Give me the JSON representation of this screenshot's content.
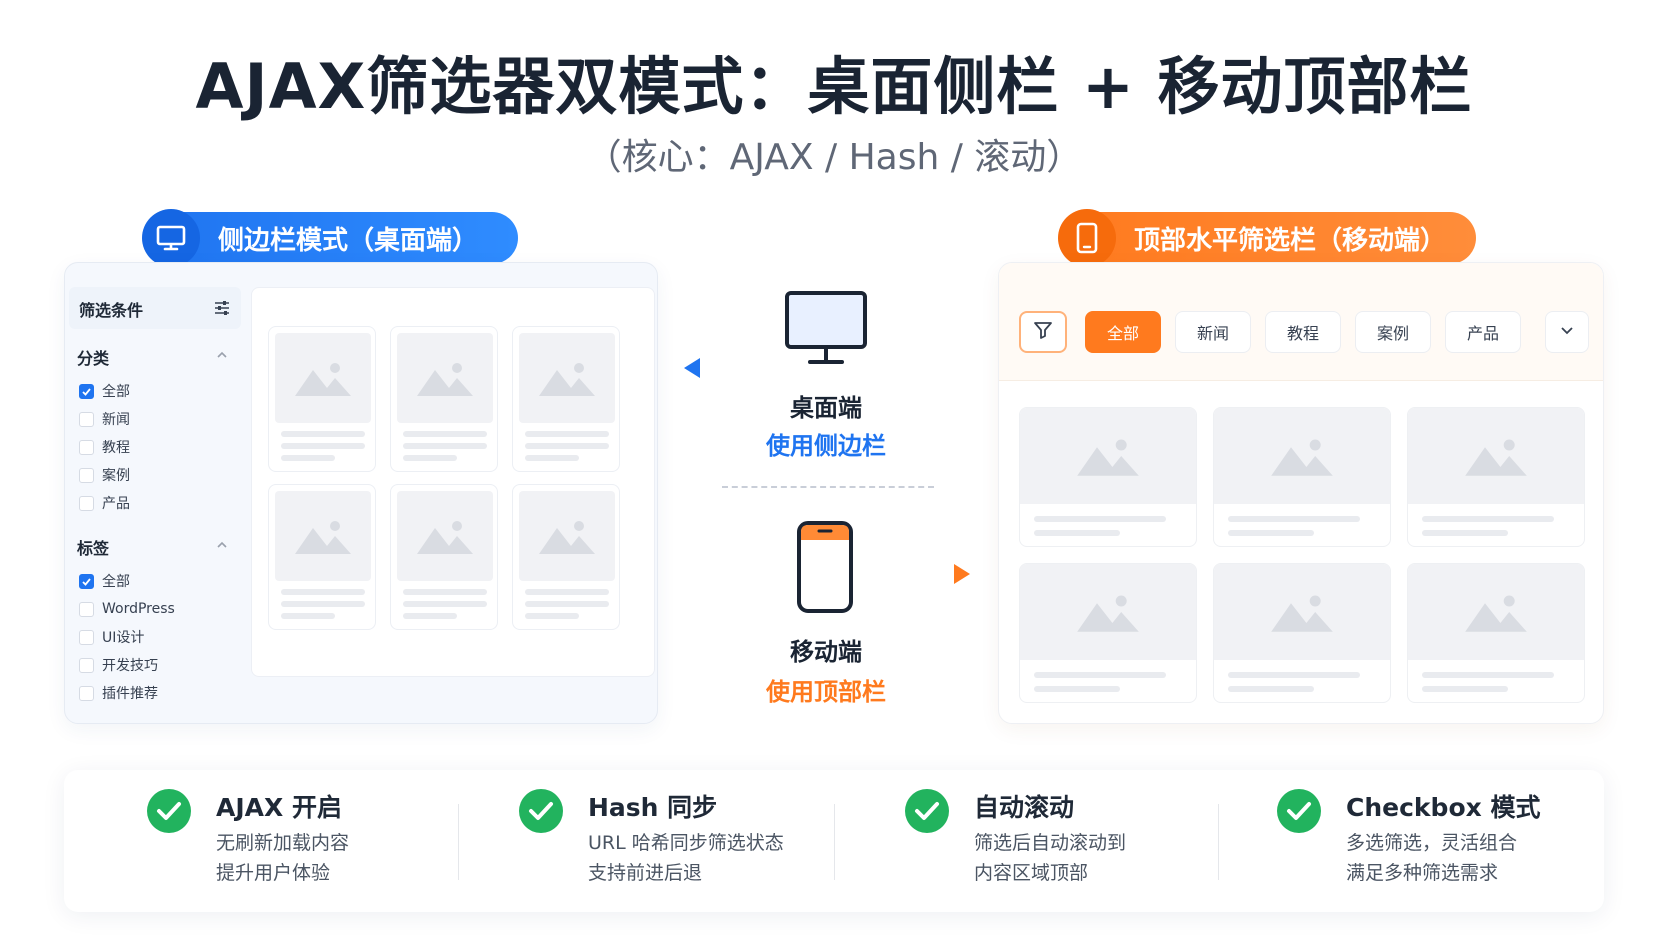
{
  "title": "AJAX筛选器双模式：桌面侧栏 + 移动顶部栏",
  "subtitle": "（核心：AJAX / Hash / 滚动）",
  "desktop_mode": {
    "pill_label": "侧边栏模式（桌面端）",
    "sidebar": {
      "header": "筛选条件",
      "sections": [
        {
          "title": "分类",
          "items": [
            {
              "label": "全部",
              "checked": true
            },
            {
              "label": "新闻",
              "checked": false
            },
            {
              "label": "教程",
              "checked": false
            },
            {
              "label": "案例",
              "checked": false
            },
            {
              "label": "产品",
              "checked": false
            }
          ]
        },
        {
          "title": "标签",
          "items": [
            {
              "label": "全部",
              "checked": true
            },
            {
              "label": "WordPress",
              "checked": false
            },
            {
              "label": "UI设计",
              "checked": false
            },
            {
              "label": "开发技巧",
              "checked": false
            },
            {
              "label": "插件推荐",
              "checked": false
            }
          ]
        }
      ]
    }
  },
  "center": {
    "desktop_label": "桌面端",
    "desktop_caption": "使用侧边栏",
    "mobile_label": "移动端",
    "mobile_caption": "使用顶部栏"
  },
  "mobile_mode": {
    "pill_label": "顶部水平筛选栏（移动端）",
    "chips": [
      {
        "label": "全部",
        "active": true
      },
      {
        "label": "新闻",
        "active": false
      },
      {
        "label": "教程",
        "active": false
      },
      {
        "label": "案例",
        "active": false
      },
      {
        "label": "产品",
        "active": false
      }
    ]
  },
  "features": [
    {
      "title": "AJAX 开启",
      "lines": [
        "无刷新加载内容",
        "提升用户体验"
      ]
    },
    {
      "title": "Hash 同步",
      "lines": [
        "URL 哈希同步筛选状态",
        "支持前进后退"
      ]
    },
    {
      "title": "自动滚动",
      "lines": [
        "筛选后自动滚动到",
        "内容区域顶部"
      ]
    },
    {
      "title": "Checkbox 模式",
      "lines": [
        "多选筛选，灵活组合",
        "满足多种筛选需求"
      ]
    }
  ],
  "colors": {
    "blue": "#1f74f0",
    "orange": "#ff7a1e",
    "green": "#22b35e",
    "title": "#1a2433"
  },
  "icons": {
    "desktop_pill": "monitor-icon",
    "mobile_pill": "smartphone-icon",
    "sidebar_header": "sliders-icon",
    "filter_button": "funnel-icon",
    "more_button": "chevron-down-icon",
    "feature": "check-circle-icon"
  }
}
